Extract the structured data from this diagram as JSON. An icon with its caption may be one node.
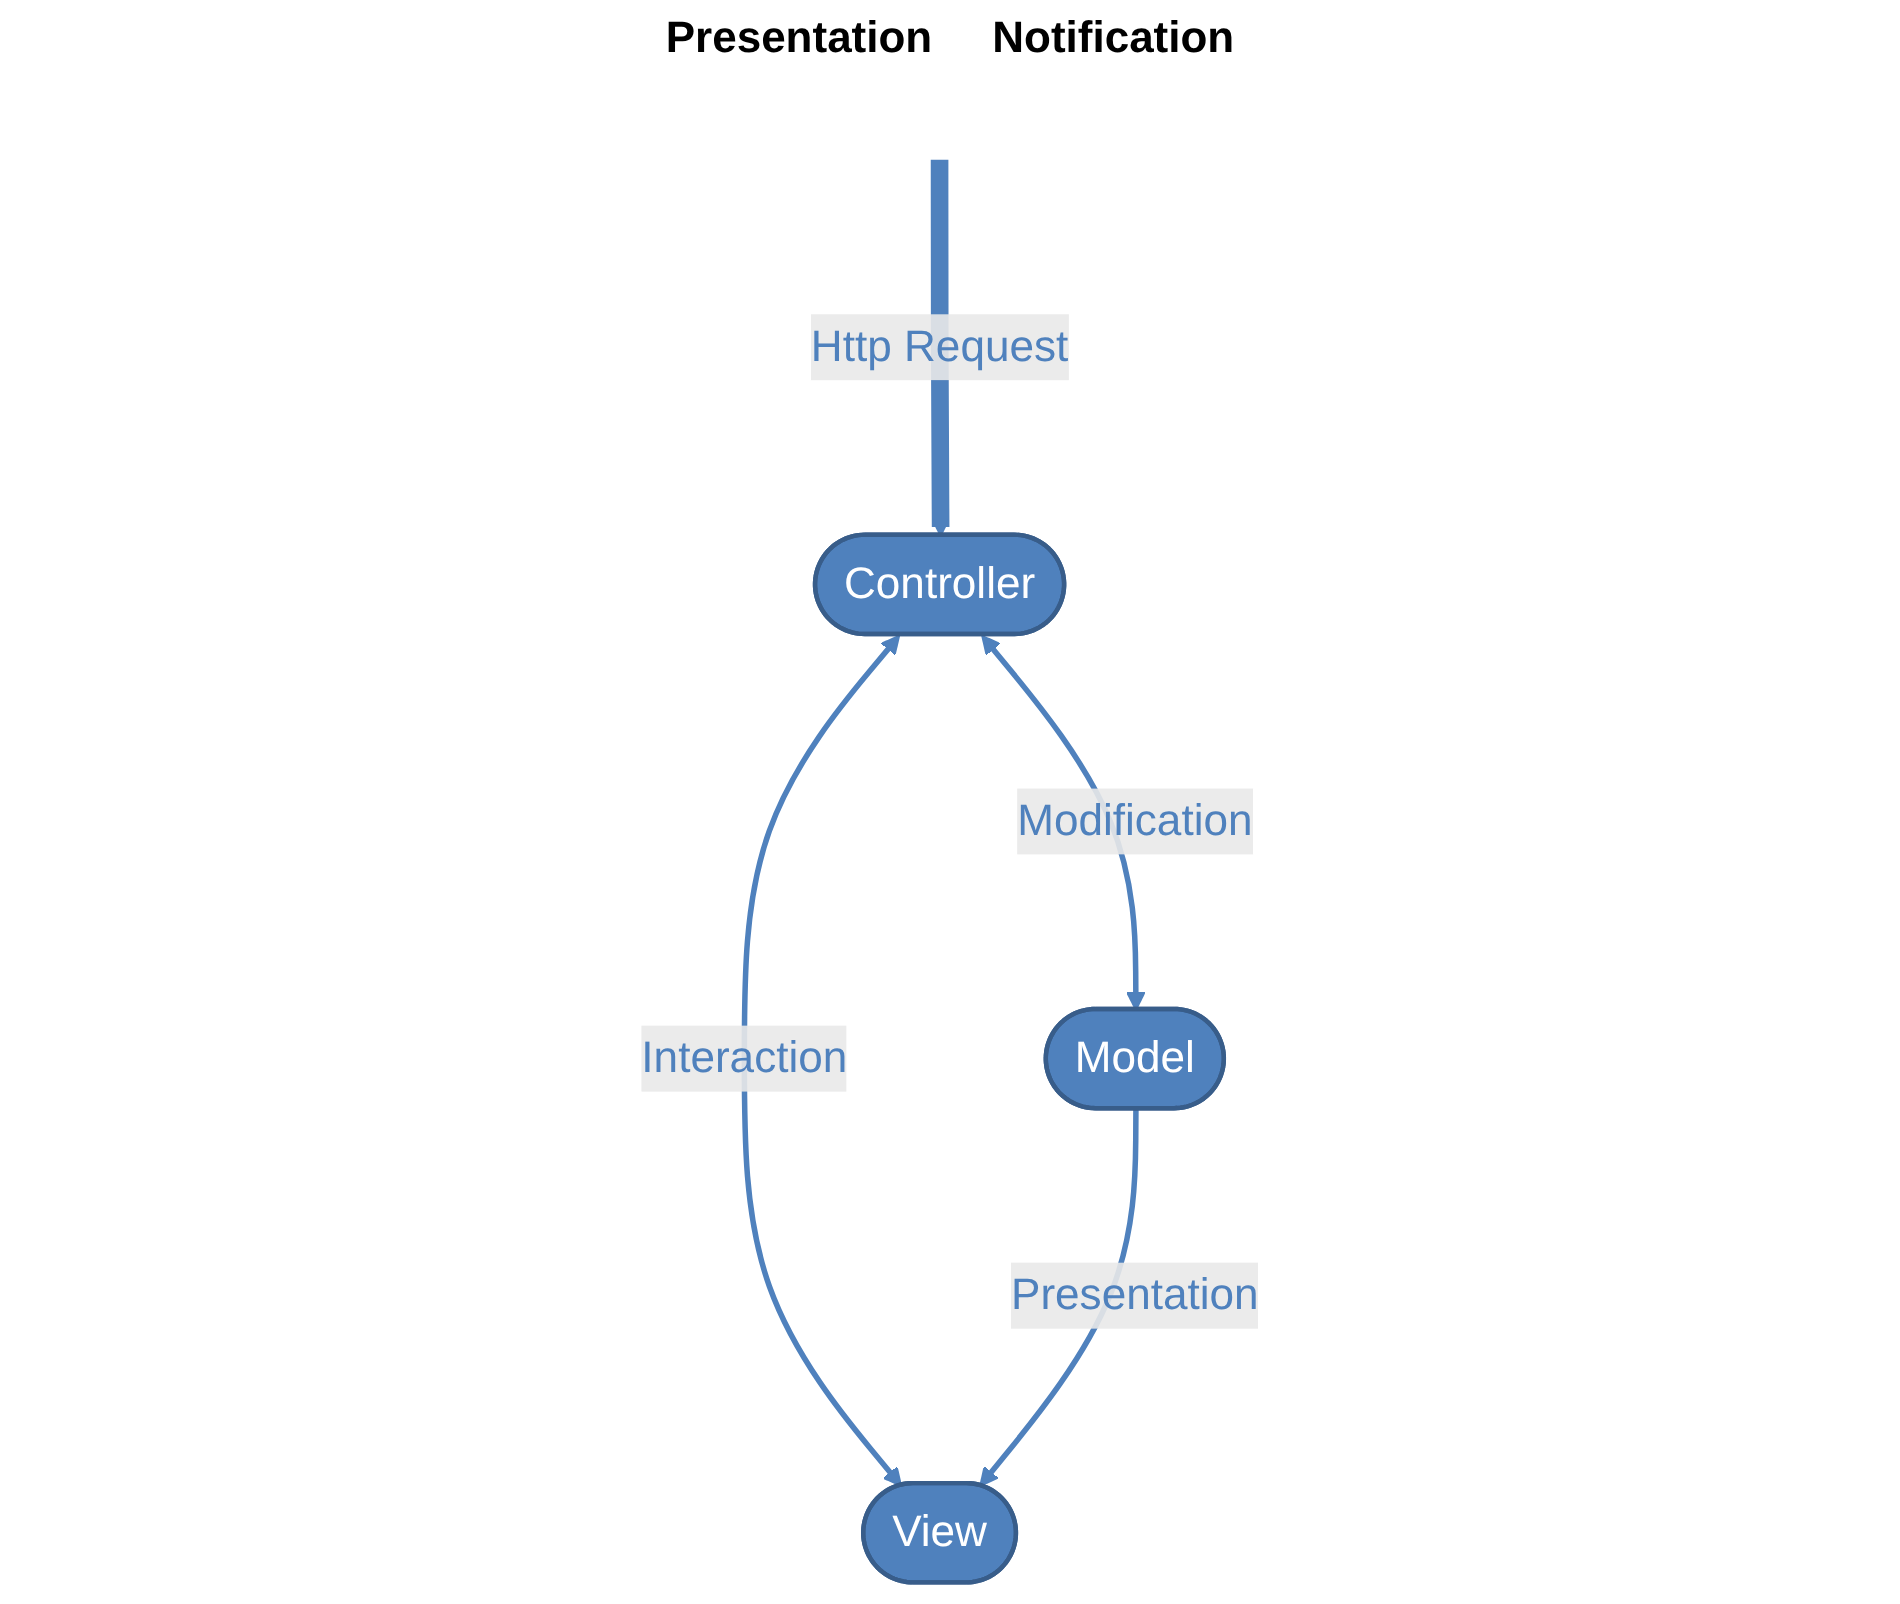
{
  "diagram": {
    "nodes": [
      {
        "text": [
          "Controller"
        ]
      },
      {
        "text": [
          "View"
        ]
      },
      {
        "text": [
          "Model"
        ]
      }
    ],
    "edges": [
      {
        "from": null,
        "to": 0,
        "arrow": "to",
        "label": "Http Request",
        "style": "thick"
      },
      {
        "from": 0,
        "to": 1,
        "arrow": "both",
        "label": "Interaction"
      },
      {
        "from": 0,
        "to": 2,
        "arrow": "both",
        "label": "Modification"
      },
      {
        "from": 2,
        "to": 1,
        "arrow": "to",
        "label": "Presentation"
      }
    ],
    "labels": [
      "Presentation",
      "Notification"
    ]
  }
}
